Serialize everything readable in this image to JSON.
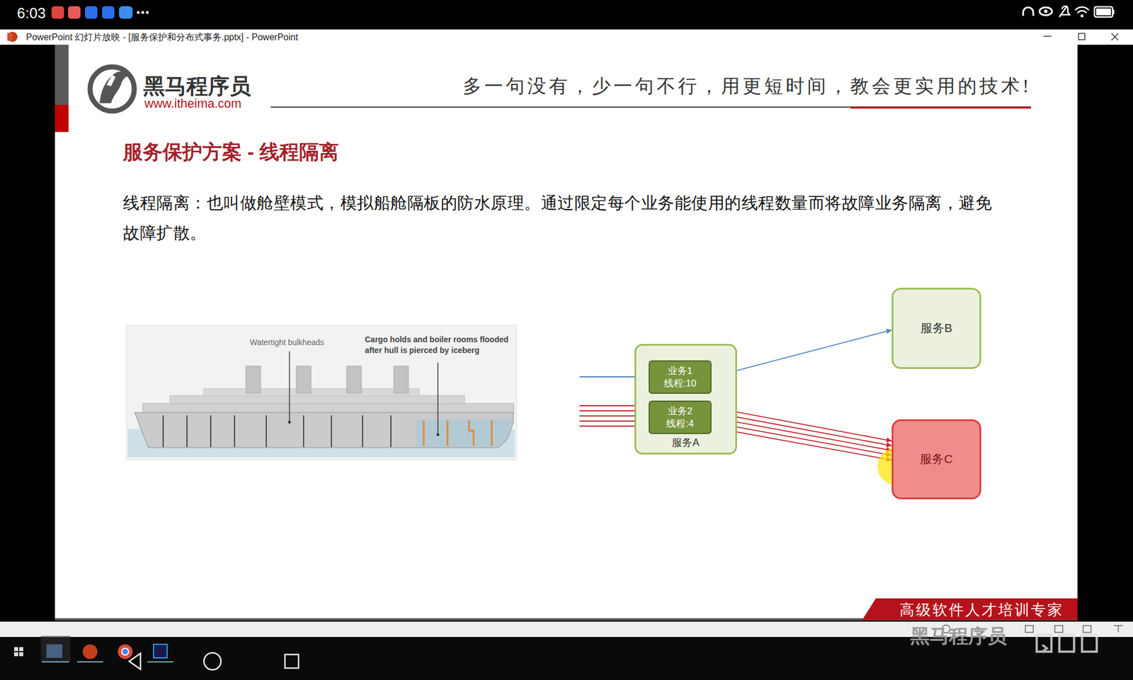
{
  "diagram": {
    "title": "服务保护方案 - 线程隔离",
    "nodes": [
      {
        "text": [
          "服务A"
        ]
      },
      {
        "text": [
          "业务1",
          "线程:10"
        ],
        "in": 0
      },
      {
        "text": [
          "业务2",
          "线程:4"
        ],
        "in": 0
      },
      {
        "text": [
          "服务B"
        ]
      },
      {
        "text": [
          "服务C"
        ]
      }
    ],
    "edges": [
      {
        "from": 1,
        "to": 3,
        "arrow": "to"
      },
      {
        "from": 2,
        "to": 4,
        "arrow": "to"
      },
      {
        "from": 2,
        "to": 4,
        "arrow": "to"
      },
      {
        "from": 2,
        "to": 4,
        "arrow": "to"
      },
      {
        "from": 2,
        "to": 4,
        "arrow": "to"
      },
      {
        "from": 2,
        "to": 4,
        "arrow": "to"
      }
    ],
    "labels": [
      "6:03",
      "PowerPoint 幻灯片放映 - [服务保护和分布式事务.pptx] - PowerPoint",
      "黑马程序员",
      "www.itheima.com",
      "多一句没有，少一句不行，用更短时间，教会更实用的技术!",
      "线程隔离：也叫做舱壁模式，模拟船舱隔板的防水原理。通过限定每个业务能使用的线程数量而将故障业务隔离，避免故障扩散。",
      "Watertight bulkheads",
      "Cargo holds and boiler rooms flooded after hull is pierced by iceberg",
      "高级软件人才培训专家",
      "黑马程序员"
    ]
  }
}
